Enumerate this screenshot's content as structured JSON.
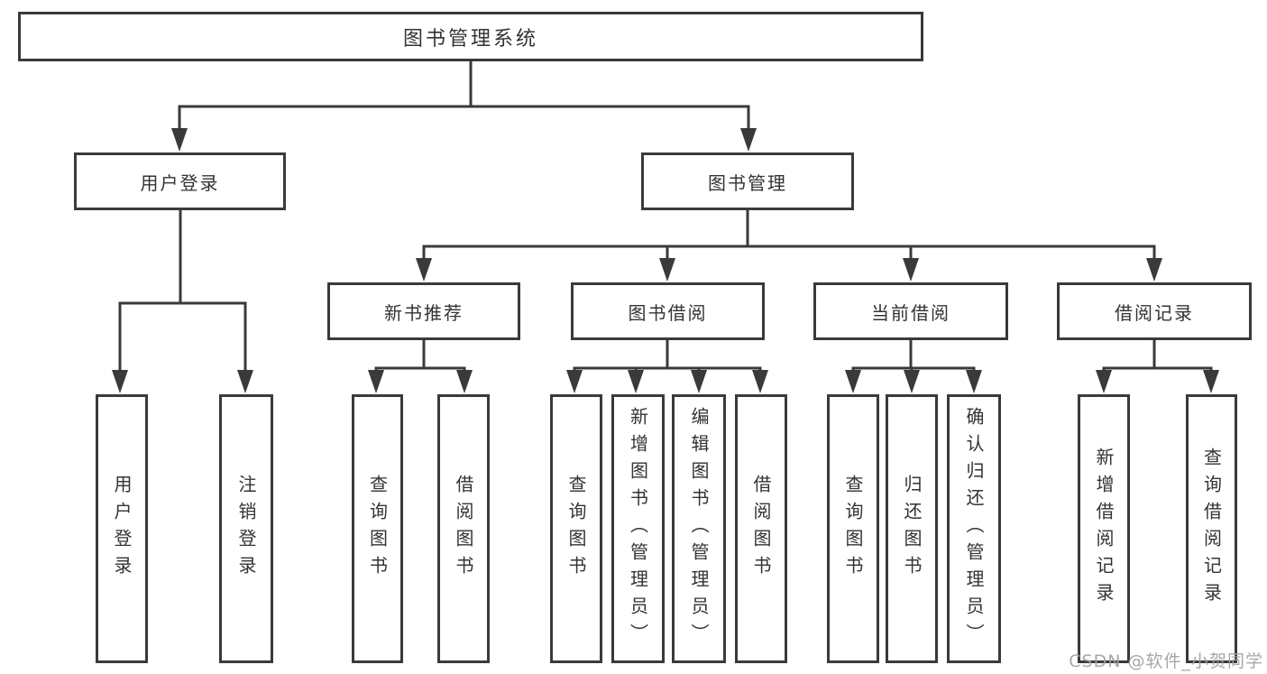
{
  "diagram": {
    "root": {
      "label": "图书管理系统"
    },
    "level2": {
      "user_login": {
        "label": "用户登录"
      },
      "book_management": {
        "label": "图书管理"
      }
    },
    "level3": {
      "new_book_recommend": {
        "label": "新书推荐"
      },
      "book_borrow": {
        "label": "图书借阅"
      },
      "current_borrow": {
        "label": "当前借阅"
      },
      "borrow_record": {
        "label": "借阅记录"
      }
    },
    "leaves": {
      "user_login_leaf": {
        "label": "用户登录"
      },
      "logout": {
        "label": "注销登录"
      },
      "nb_query_books": {
        "label": "查询图书"
      },
      "nb_borrow_books": {
        "label": "借阅图书"
      },
      "bb_query_books": {
        "label": "查询图书"
      },
      "bb_add_books": {
        "label": "新增图书（管理员）"
      },
      "bb_edit_books": {
        "label": "编辑图书（管理员）"
      },
      "bb_borrow_books": {
        "label": "借阅图书"
      },
      "cb_query_books": {
        "label": "查询图书"
      },
      "cb_return_books": {
        "label": "归还图书"
      },
      "cb_confirm_return": {
        "label": "确认归还（管理员）"
      },
      "br_add_record": {
        "label": "新增借阅记录"
      },
      "br_query_record": {
        "label": "查询借阅记录"
      }
    }
  },
  "watermark": {
    "text": "CSDN @软件_小贺同学"
  },
  "colors": {
    "line": "#3a3a3a",
    "text": "#333333",
    "watermark": "#a3a3a3",
    "background": "#ffffff"
  }
}
